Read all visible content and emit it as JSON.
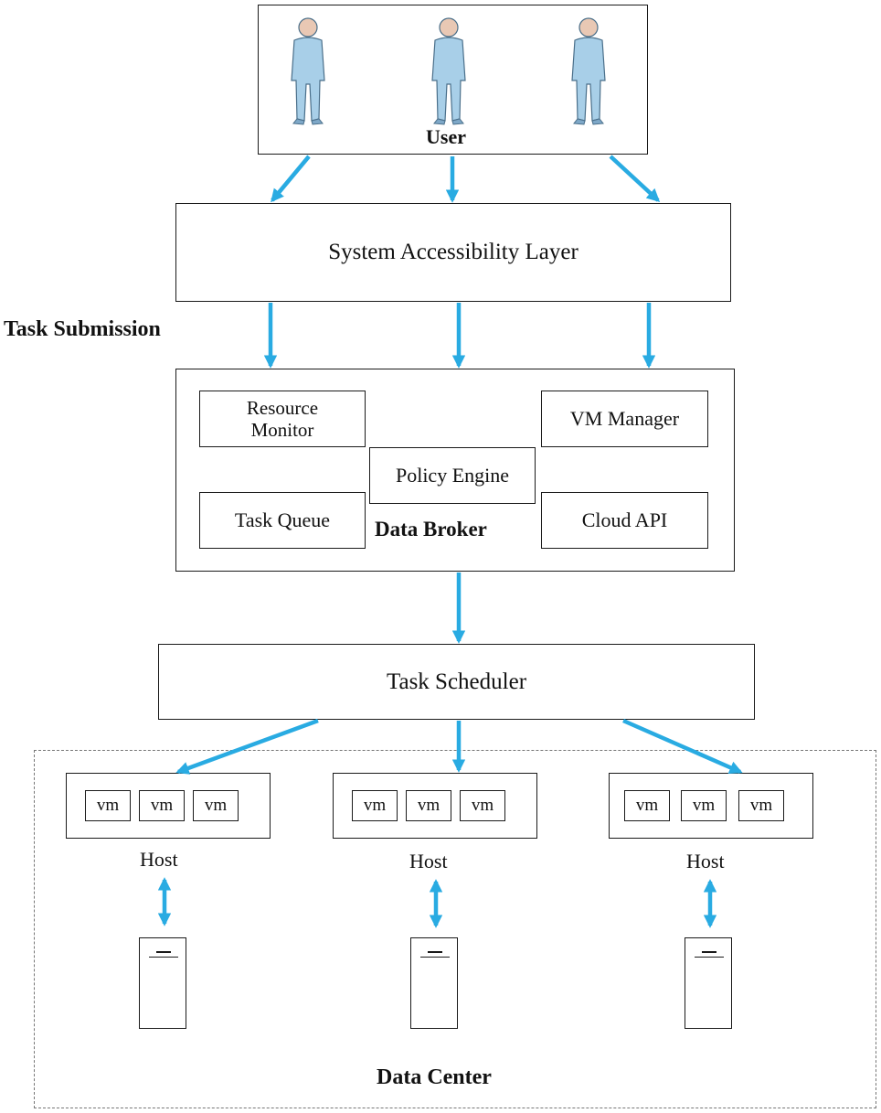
{
  "user": {
    "label": "User",
    "figures": [
      "person-1",
      "person-2",
      "person-3"
    ]
  },
  "access_layer": {
    "label": "System Accessibility Layer"
  },
  "task_submission": {
    "label": "Task Submission"
  },
  "data_broker": {
    "label": "Data Broker",
    "components": {
      "resource_monitor": "Resource\nMonitor",
      "vm_manager": "VM Manager",
      "policy_engine": "Policy Engine",
      "task_queue": "Task Queue",
      "cloud_api": "Cloud API"
    }
  },
  "task_scheduler": {
    "label": "Task Scheduler"
  },
  "hosts": [
    {
      "label": "Host",
      "vms": [
        "vm",
        "vm",
        "vm"
      ]
    },
    {
      "label": "Host",
      "vms": [
        "vm",
        "vm",
        "vm"
      ]
    },
    {
      "label": "Host",
      "vms": [
        "vm",
        "vm",
        "vm"
      ]
    }
  ],
  "data_center": {
    "label": "Data Center"
  },
  "colors": {
    "arrow": "#29abe2",
    "person_body": "#a8cfe8",
    "person_outline": "#4a6f8a",
    "person_skin": "#e9c8b4"
  }
}
